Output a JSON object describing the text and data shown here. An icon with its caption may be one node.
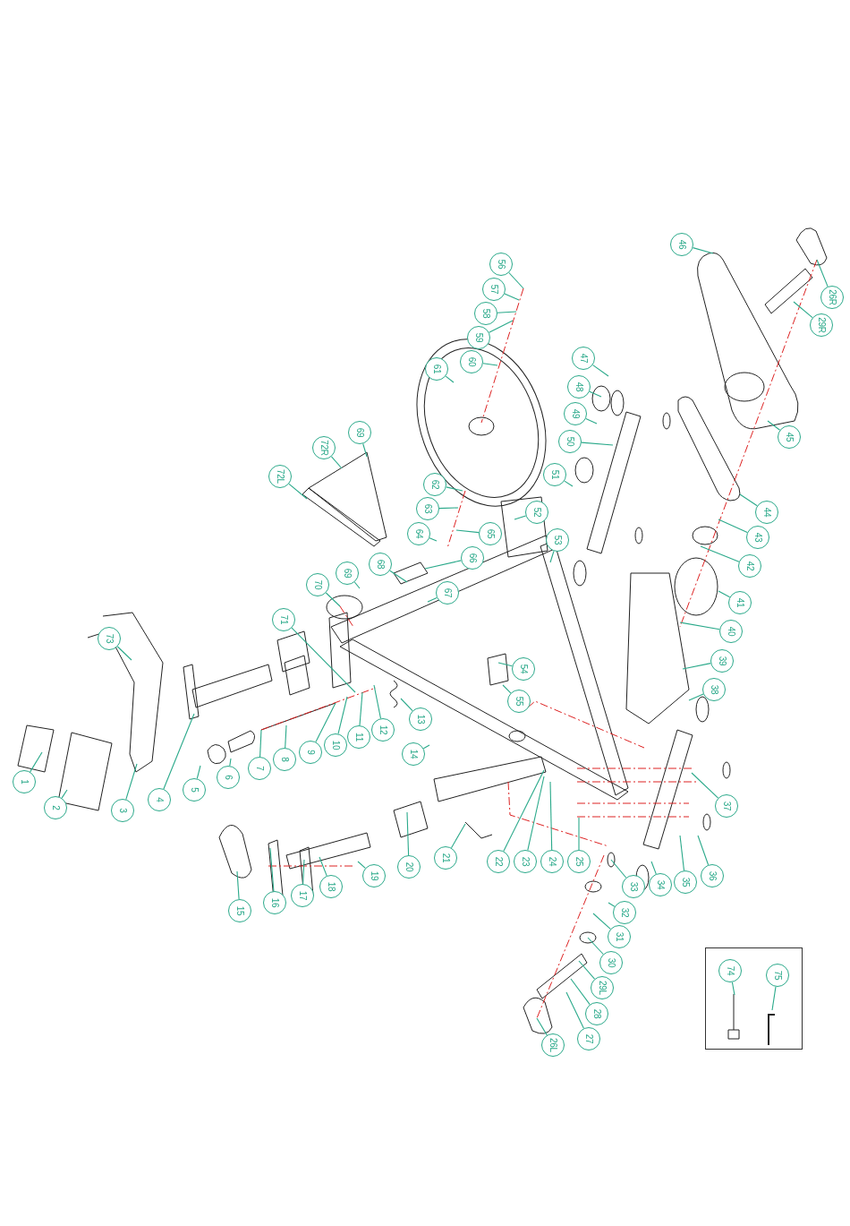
{
  "diagram": {
    "nodes": [
      {
        "text": [
          "1"
        ]
      },
      {
        "text": [
          "2"
        ]
      },
      {
        "text": [
          "3"
        ]
      },
      {
        "text": [
          "4"
        ]
      },
      {
        "text": [
          "5"
        ]
      },
      {
        "text": [
          "6"
        ]
      },
      {
        "text": [
          "7"
        ]
      },
      {
        "text": [
          "8"
        ]
      },
      {
        "text": [
          "9"
        ]
      },
      {
        "text": [
          "10"
        ]
      },
      {
        "text": [
          "11"
        ]
      },
      {
        "text": [
          "12"
        ]
      },
      {
        "text": [
          "13"
        ]
      },
      {
        "text": [
          "14"
        ]
      },
      {
        "text": [
          "15"
        ]
      },
      {
        "text": [
          "16"
        ]
      },
      {
        "text": [
          "17"
        ]
      },
      {
        "text": [
          "18"
        ]
      },
      {
        "text": [
          "19"
        ]
      },
      {
        "text": [
          "20"
        ]
      },
      {
        "text": [
          "21"
        ]
      },
      {
        "text": [
          "22"
        ]
      },
      {
        "text": [
          "23"
        ]
      },
      {
        "text": [
          "24"
        ]
      },
      {
        "text": [
          "25"
        ]
      },
      {
        "text": [
          "26L"
        ]
      },
      {
        "text": [
          "27"
        ]
      },
      {
        "text": [
          "28"
        ]
      },
      {
        "text": [
          "29L"
        ]
      },
      {
        "text": [
          "30"
        ]
      },
      {
        "text": [
          "31"
        ]
      },
      {
        "text": [
          "32"
        ]
      },
      {
        "text": [
          "33"
        ]
      },
      {
        "text": [
          "34"
        ]
      },
      {
        "text": [
          "35"
        ]
      },
      {
        "text": [
          "36"
        ]
      },
      {
        "text": [
          "37"
        ]
      },
      {
        "text": [
          "38"
        ]
      },
      {
        "text": [
          "39"
        ]
      },
      {
        "text": [
          "40"
        ]
      },
      {
        "text": [
          "41"
        ]
      },
      {
        "text": [
          "42"
        ]
      },
      {
        "text": [
          "43"
        ]
      },
      {
        "text": [
          "44"
        ]
      },
      {
        "text": [
          "45"
        ]
      },
      {
        "text": [
          "46"
        ]
      },
      {
        "text": [
          "47"
        ]
      },
      {
        "text": [
          "48"
        ]
      },
      {
        "text": [
          "49"
        ]
      },
      {
        "text": [
          "50"
        ]
      },
      {
        "text": [
          "51"
        ]
      },
      {
        "text": [
          "52"
        ]
      },
      {
        "text": [
          "53"
        ]
      },
      {
        "text": [
          "54"
        ]
      },
      {
        "text": [
          "55"
        ]
      },
      {
        "text": [
          "56"
        ]
      },
      {
        "text": [
          "57"
        ]
      },
      {
        "text": [
          "58"
        ]
      },
      {
        "text": [
          "59"
        ]
      },
      {
        "text": [
          "60"
        ]
      },
      {
        "text": [
          "61"
        ]
      },
      {
        "text": [
          "62"
        ]
      },
      {
        "text": [
          "63"
        ]
      },
      {
        "text": [
          "64"
        ]
      },
      {
        "text": [
          "65"
        ]
      },
      {
        "text": [
          "66"
        ]
      },
      {
        "text": [
          "67"
        ]
      },
      {
        "text": [
          "68"
        ]
      },
      {
        "text": [
          "69"
        ]
      },
      {
        "text": [
          "69"
        ]
      },
      {
        "text": [
          "70"
        ]
      },
      {
        "text": [
          "71"
        ]
      },
      {
        "text": [
          "72L"
        ]
      },
      {
        "text": [
          "72R"
        ]
      },
      {
        "text": [
          "73"
        ]
      },
      {
        "text": [
          "26R"
        ]
      },
      {
        "text": [
          "29R"
        ]
      },
      {
        "text": [],
        "shape": "box"
      },
      {
        "text": [
          "74"
        ],
        "in": 77
      },
      {
        "text": [
          "75"
        ],
        "in": 77
      }
    ],
    "edges": [
      {
        "from": 0,
        "to": null,
        "arrow": "none"
      },
      {
        "from": 1,
        "to": null,
        "arrow": "none"
      },
      {
        "from": 2,
        "to": null,
        "arrow": "none"
      },
      {
        "from": 3,
        "to": null,
        "arrow": "none"
      },
      {
        "from": 4,
        "to": null,
        "arrow": "none"
      },
      {
        "from": 5,
        "to": null,
        "arrow": "none"
      },
      {
        "from": 6,
        "to": null,
        "arrow": "none"
      },
      {
        "from": 7,
        "to": null,
        "arrow": "none"
      },
      {
        "from": 8,
        "to": null,
        "arrow": "none"
      },
      {
        "from": 9,
        "to": null,
        "arrow": "none"
      },
      {
        "from": 10,
        "to": null,
        "arrow": "none"
      },
      {
        "from": 11,
        "to": null,
        "arrow": "none"
      },
      {
        "from": 12,
        "to": null,
        "arrow": "none"
      },
      {
        "from": 13,
        "to": null,
        "arrow": "none"
      },
      {
        "from": 14,
        "to": null,
        "arrow": "none"
      },
      {
        "from": 15,
        "to": null,
        "arrow": "none"
      },
      {
        "from": 16,
        "to": null,
        "arrow": "none"
      },
      {
        "from": 17,
        "to": null,
        "arrow": "none"
      },
      {
        "from": 18,
        "to": null,
        "arrow": "none"
      },
      {
        "from": 19,
        "to": null,
        "arrow": "none"
      },
      {
        "from": 20,
        "to": null,
        "arrow": "none"
      },
      {
        "from": 21,
        "to": null,
        "arrow": "none"
      },
      {
        "from": 22,
        "to": null,
        "arrow": "none"
      },
      {
        "from": 23,
        "to": null,
        "arrow": "none"
      },
      {
        "from": 24,
        "to": null,
        "arrow": "none"
      },
      {
        "from": 25,
        "to": null,
        "arrow": "none"
      },
      {
        "from": 26,
        "to": null,
        "arrow": "none"
      },
      {
        "from": 27,
        "to": null,
        "arrow": "none"
      },
      {
        "from": 28,
        "to": null,
        "arrow": "none"
      },
      {
        "from": 29,
        "to": null,
        "arrow": "none"
      },
      {
        "from": 30,
        "to": null,
        "arrow": "none"
      },
      {
        "from": 31,
        "to": null,
        "arrow": "none"
      },
      {
        "from": 32,
        "to": null,
        "arrow": "none"
      },
      {
        "from": 33,
        "to": null,
        "arrow": "none"
      },
      {
        "from": 34,
        "to": null,
        "arrow": "none"
      },
      {
        "from": 35,
        "to": null,
        "arrow": "none"
      },
      {
        "from": 36,
        "to": null,
        "arrow": "none"
      },
      {
        "from": 37,
        "to": null,
        "arrow": "none"
      },
      {
        "from": 38,
        "to": null,
        "arrow": "none"
      },
      {
        "from": 39,
        "to": null,
        "arrow": "none"
      },
      {
        "from": 40,
        "to": null,
        "arrow": "none"
      },
      {
        "from": 41,
        "to": null,
        "arrow": "none"
      },
      {
        "from": 42,
        "to": null,
        "arrow": "none"
      },
      {
        "from": 43,
        "to": null,
        "arrow": "none"
      },
      {
        "from": 44,
        "to": null,
        "arrow": "none"
      },
      {
        "from": 45,
        "to": null,
        "arrow": "none"
      },
      {
        "from": 46,
        "to": null,
        "arrow": "none"
      },
      {
        "from": 47,
        "to": null,
        "arrow": "none"
      },
      {
        "from": 48,
        "to": null,
        "arrow": "none"
      },
      {
        "from": 49,
        "to": null,
        "arrow": "none"
      },
      {
        "from": 50,
        "to": null,
        "arrow": "none"
      },
      {
        "from": 51,
        "to": null,
        "arrow": "none"
      },
      {
        "from": 52,
        "to": null,
        "arrow": "none"
      },
      {
        "from": 53,
        "to": null,
        "arrow": "none"
      },
      {
        "from": 54,
        "to": null,
        "arrow": "none"
      },
      {
        "from": 55,
        "to": null,
        "arrow": "none"
      },
      {
        "from": 56,
        "to": null,
        "arrow": "none"
      },
      {
        "from": 57,
        "to": null,
        "arrow": "none"
      },
      {
        "from": 58,
        "to": null,
        "arrow": "none"
      },
      {
        "from": 59,
        "to": null,
        "arrow": "none"
      },
      {
        "from": 60,
        "to": null,
        "arrow": "none"
      },
      {
        "from": 61,
        "to": null,
        "arrow": "none"
      },
      {
        "from": 62,
        "to": null,
        "arrow": "none"
      },
      {
        "from": 63,
        "to": null,
        "arrow": "none"
      },
      {
        "from": 64,
        "to": null,
        "arrow": "none"
      },
      {
        "from": 65,
        "to": null,
        "arrow": "none"
      },
      {
        "from": 66,
        "to": null,
        "arrow": "none"
      },
      {
        "from": 67,
        "to": null,
        "arrow": "none"
      },
      {
        "from": 68,
        "to": null,
        "arrow": "none"
      },
      {
        "from": 69,
        "to": null,
        "arrow": "none"
      },
      {
        "from": 70,
        "to": null,
        "arrow": "none"
      },
      {
        "from": 71,
        "to": null,
        "arrow": "none"
      },
      {
        "from": 72,
        "to": null,
        "arrow": "none"
      },
      {
        "from": 73,
        "to": null,
        "arrow": "none"
      },
      {
        "from": 74,
        "to": null,
        "arrow": "none"
      },
      {
        "from": 75,
        "to": null,
        "arrow": "none"
      },
      {
        "from": 76,
        "to": null,
        "arrow": "none"
      },
      {
        "from": 78,
        "to": null,
        "arrow": "none"
      },
      {
        "from": 79,
        "to": null,
        "arrow": "none"
      }
    ]
  }
}
